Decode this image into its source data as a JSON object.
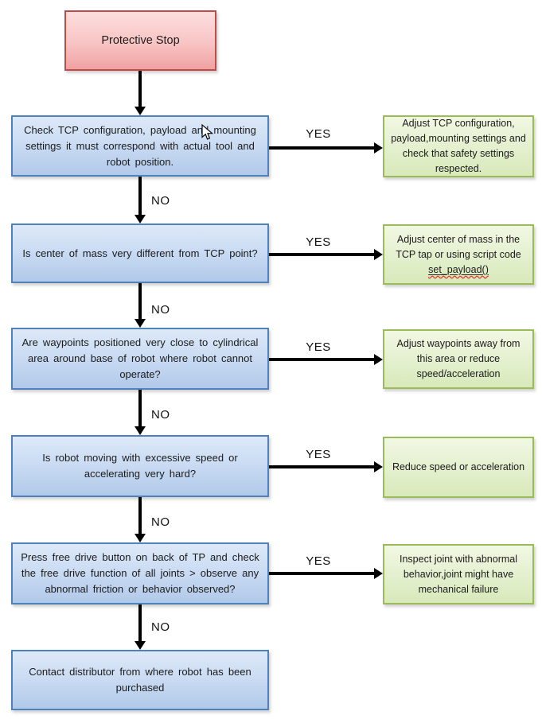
{
  "start": {
    "label": "Protective Stop"
  },
  "labels": {
    "yes": "YES",
    "no": "NO"
  },
  "rows": [
    {
      "question": "Check TCP configuration, payload and mounting settings it must correspond with actual tool and robot position.",
      "action": "Adjust TCP configuration, payload,mounting settings and check that safety settings respected."
    },
    {
      "question": "Is center of mass very different from TCP point?",
      "action": "Adjust center of mass in the TCP tap or using script code",
      "action_code": "set_payload()"
    },
    {
      "question": "Are waypoints positioned very close to cylindrical area around base of robot where robot cannot operate?",
      "action": "Adjust waypoints away from this area or reduce speed/acceleration"
    },
    {
      "question": "Is robot moving with excessive speed or accelerating very hard?",
      "action": "Reduce speed or acceleration"
    },
    {
      "question": "Press free drive button on back of TP and check the free drive function of all joints > observe any abnormal friction or behavior observed?",
      "action": "Inspect joint with abnormal behavior,joint might have mechanical failure"
    }
  ],
  "final": {
    "label": "Contact distributor from where robot has been purchased"
  },
  "colors": {
    "start_border": "#be4b48",
    "start_fill_top": "#fcdede",
    "start_fill_bottom": "#f0a1a1",
    "question_border": "#4f81bd",
    "question_fill_top": "#dde9f8",
    "question_fill_bottom": "#b1c9e9",
    "action_border": "#9bbb59",
    "action_fill_top": "#f1f8e3",
    "action_fill_bottom": "#d8e9ba",
    "arrow": "#000000",
    "spellcheck_underline": "#e23b2e"
  }
}
